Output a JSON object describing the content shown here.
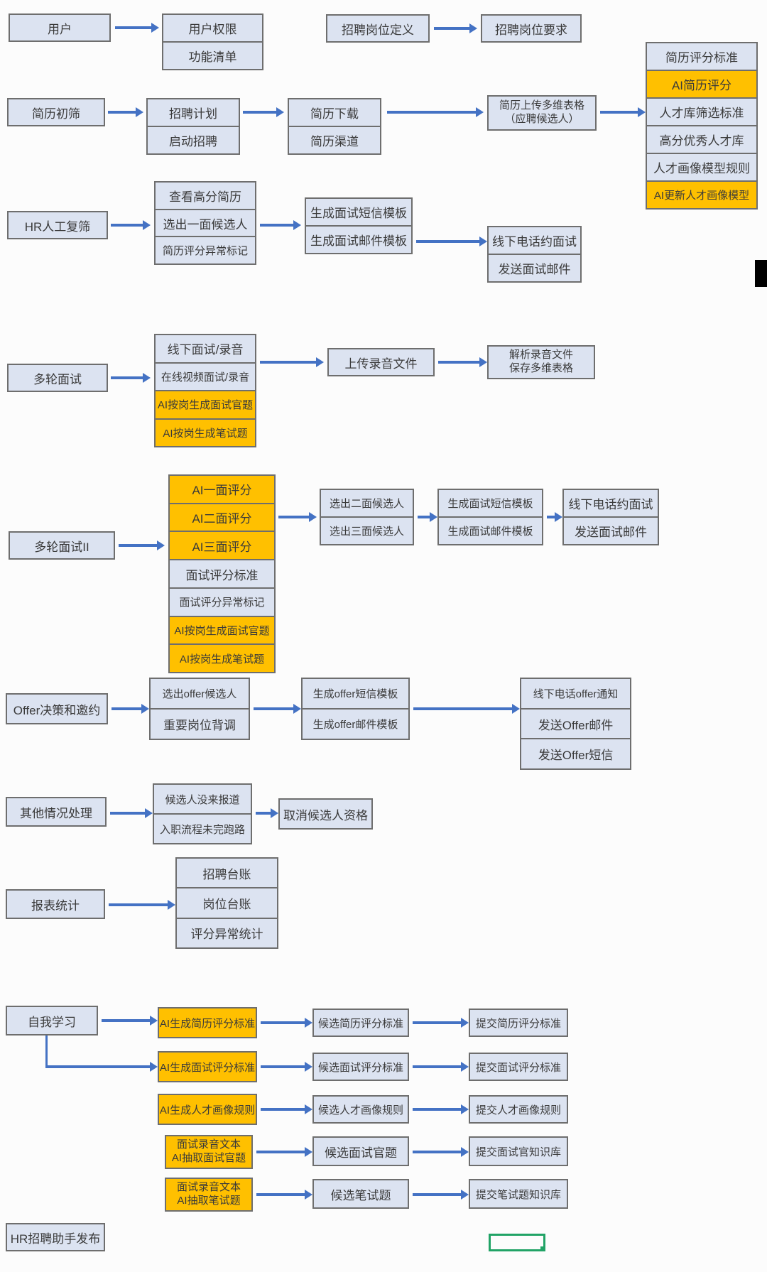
{
  "colors": {
    "box_fill_blue": "#dce3f1",
    "box_fill_orange": "#ffc000",
    "box_border": "#6e6e6e",
    "arrow_blue": "#4472c4",
    "selection_green": "#21a366",
    "background": "#fcfcfc"
  },
  "nodes": {
    "user": {
      "label": "用户"
    },
    "user_permission": {
      "label": "用户权限"
    },
    "function_list": {
      "label": "功能清单"
    },
    "job_definition": {
      "label": "招聘岗位定义"
    },
    "job_requirement": {
      "label": "招聘岗位要求"
    },
    "resume_score_standard": {
      "label": "简历评分标准"
    },
    "ai_resume_score": {
      "label": "AI简历评分"
    },
    "talent_pool_filter_standard": {
      "label": "人才库筛选标准"
    },
    "high_score_talent_pool": {
      "label": "高分优秀人才库"
    },
    "talent_portrait_model_rule": {
      "label": "人才画像模型规则"
    },
    "ai_update_talent_portrait_model": {
      "label": "AI更新人才画像模型"
    },
    "resume_first_screen": {
      "label": "简历初筛"
    },
    "recruit_plan": {
      "label": "招聘计划"
    },
    "start_recruit": {
      "label": "启动招聘"
    },
    "resume_download": {
      "label": "简历下载"
    },
    "resume_channel": {
      "label": "简历渠道"
    },
    "resume_upload": {
      "line1": "简历上传多维表格",
      "line2": "（应聘候选人）"
    },
    "hr_manual_rescreen": {
      "label": "HR人工复筛"
    },
    "view_high_score_resume": {
      "label": "查看高分简历"
    },
    "pick_first_interview": {
      "label": "选出一面候选人"
    },
    "resume_score_anomaly_flag": {
      "label": "简历评分异常标记"
    },
    "gen_interview_sms_template": {
      "label": "生成面试短信模板"
    },
    "gen_interview_mail_template": {
      "label": "生成面试邮件模板"
    },
    "offline_call_interview": {
      "label": "线下电话约面试"
    },
    "send_interview_mail": {
      "label": "发送面试邮件"
    },
    "multi_round_interview": {
      "label": "多轮面试"
    },
    "offline_interview_recording": {
      "label": "线下面试/录音"
    },
    "online_video_interview_recording": {
      "label": "在线视频面试/录音"
    },
    "ai_gen_interviewer_questions": {
      "label": "AI按岗生成面试官题"
    },
    "ai_gen_written_questions": {
      "label": "AI按岗生成笔试题"
    },
    "upload_recording": {
      "label": "上传录音文件"
    },
    "parse_recording": {
      "line1": "解析录音文件",
      "line2": "保存多维表格"
    },
    "multi_round_interview_2": {
      "label": "多轮面试II"
    },
    "ai_first_score": {
      "label": "AI一面评分"
    },
    "ai_second_score": {
      "label": "AI二面评分"
    },
    "ai_third_score": {
      "label": "AI三面评分"
    },
    "interview_score_standard": {
      "label": "面试评分标准"
    },
    "interview_score_anomaly_flag": {
      "label": "面试评分异常标记"
    },
    "pick_second_interview": {
      "label": "选出二面候选人"
    },
    "pick_third_interview": {
      "label": "选出三面候选人"
    },
    "offer_decision": {
      "label": "Offer决策和邀约"
    },
    "pick_offer_candidate": {
      "label": "选出offer候选人"
    },
    "key_position_background_check": {
      "label": "重要岗位背调"
    },
    "gen_offer_sms_template": {
      "label": "生成offer短信模板"
    },
    "gen_offer_mail_template": {
      "label": "生成offer邮件模板"
    },
    "offline_call_offer_notice": {
      "label": "线下电话offer通知"
    },
    "send_offer_mail": {
      "label": "发送Offer邮件"
    },
    "send_offer_sms": {
      "label": "发送Offer短信"
    },
    "other_cases": {
      "label": "其他情况处理"
    },
    "candidate_no_show": {
      "label": "候选人没来报道"
    },
    "onboarding_not_finished": {
      "label": "入职流程未完跑路"
    },
    "cancel_candidate": {
      "label": "取消候选人资格"
    },
    "report_statistics": {
      "label": "报表统计"
    },
    "recruit_ledger": {
      "label": "招聘台账"
    },
    "position_ledger": {
      "label": "岗位台账"
    },
    "score_anomaly_statistics": {
      "label": "评分异常统计"
    },
    "self_learning": {
      "label": "自我学习"
    },
    "ai_gen_resume_score_standard": {
      "label": "AI生成简历评分标准"
    },
    "candidate_resume_score_standard": {
      "label": "候选简历评分标准"
    },
    "submit_resume_score_standard": {
      "label": "提交简历评分标准"
    },
    "ai_gen_interview_score_standard": {
      "label": "AI生成面试评分标准"
    },
    "candidate_interview_score_standard": {
      "label": "候选面试评分标准"
    },
    "submit_interview_score_standard": {
      "label": "提交面试评分标准"
    },
    "ai_gen_talent_portrait_rule": {
      "label": "AI生成人才画像规则"
    },
    "candidate_talent_portrait_rule": {
      "label": "候选人才画像规则"
    },
    "submit_talent_portrait_rule": {
      "label": "提交人才画像规则"
    },
    "recording_text_extract_interviewer": {
      "line1": "面试录音文本",
      "line2": "AI抽取面试官题"
    },
    "candidate_interviewer_questions": {
      "label": "候选面试官题"
    },
    "submit_interviewer_kb": {
      "label": "提交面试官知识库"
    },
    "recording_text_extract_written": {
      "line1": "面试录音文本",
      "line2": "AI抽取笔试题"
    },
    "candidate_written_questions": {
      "label": "候选笔试题"
    },
    "submit_written_kb": {
      "label": "提交笔试题知识库"
    },
    "publish": {
      "label": "HR招聘助手发布"
    }
  }
}
